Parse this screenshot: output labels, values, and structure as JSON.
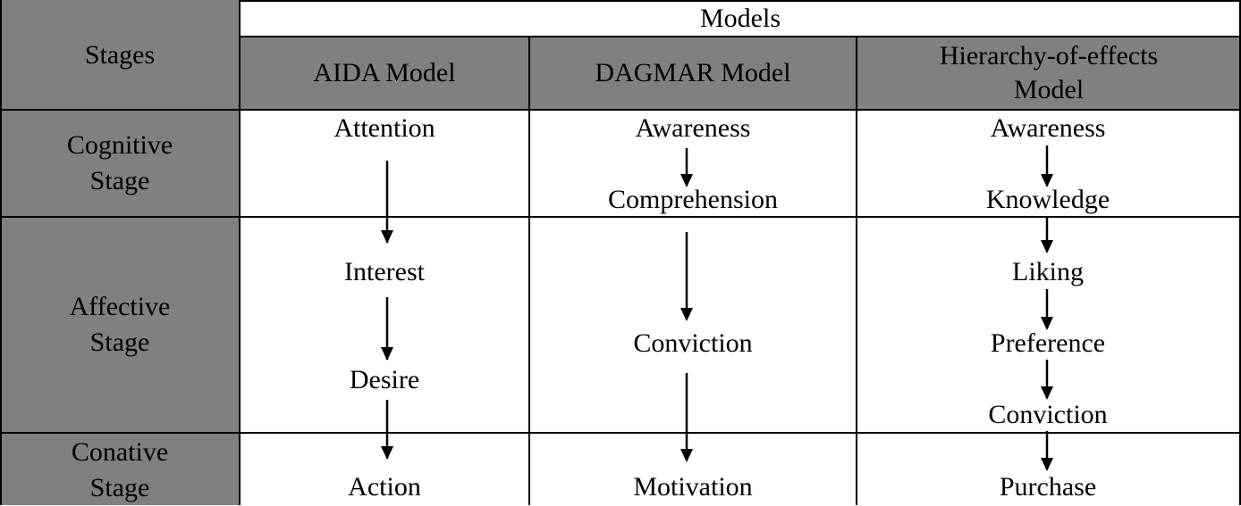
{
  "header": {
    "stages_label": "Stages",
    "models_label": "Models",
    "columns": [
      "AIDA Model",
      "DAGMAR Model",
      "Hierarchy-of-effects Model"
    ]
  },
  "stages": {
    "cognitive": "Cognitive Stage",
    "affective": "Affective Stage",
    "conative": "Conative Stage"
  },
  "aida": [
    "Attention",
    "Interest",
    "Desire",
    "Action"
  ],
  "dagmar": [
    "Awareness",
    "Comprehension",
    "Conviction",
    "Motivation"
  ],
  "hoe": [
    "Awareness",
    "Knowledge",
    "Liking",
    "Preference",
    "Conviction",
    "Purchase"
  ],
  "colors": {
    "header_fill": "#808080",
    "line": "#000000"
  }
}
